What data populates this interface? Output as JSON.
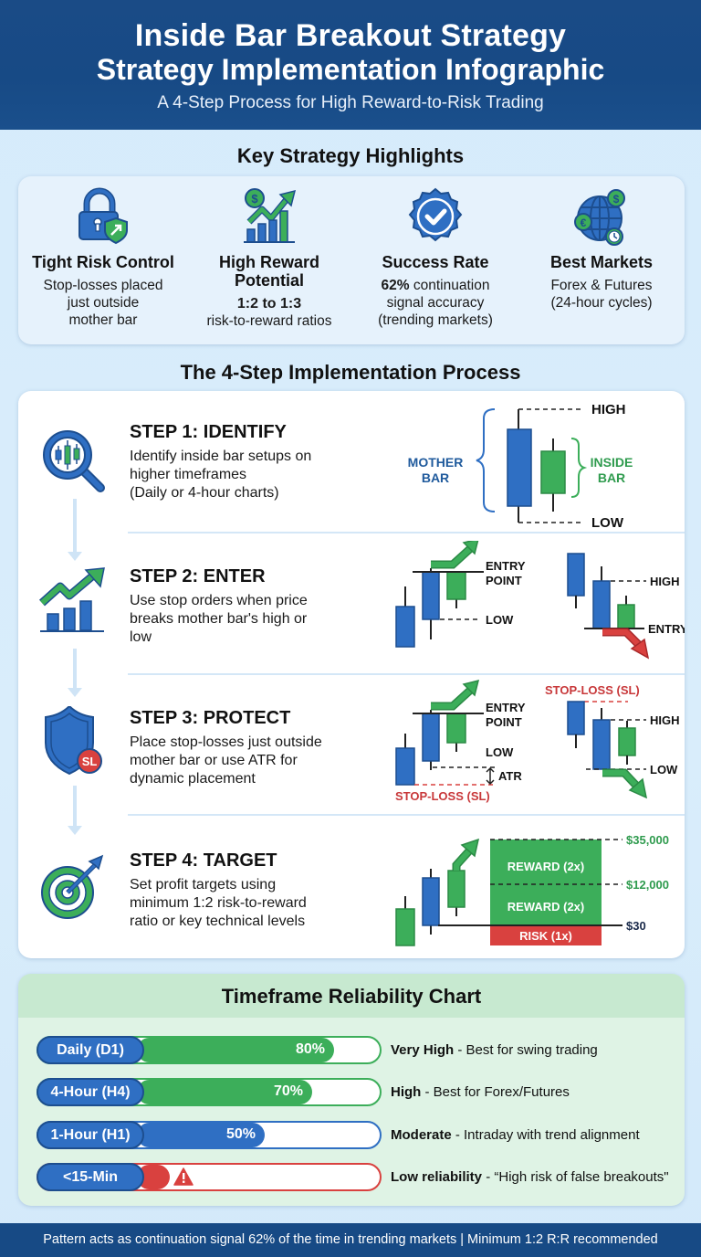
{
  "header": {
    "title_line1": "Inside Bar Breakout Strategy",
    "title_line2": "Strategy Implementation Infographic",
    "subtitle": "A 4-Step Process for High Reward-to-Risk Trading"
  },
  "highlights": {
    "section_title": "Key Strategy Highlights",
    "items": [
      {
        "icon": "lock-shield-icon",
        "title": "Tight Risk Control",
        "desc_lines": [
          "Stop-losses placed",
          "just outside",
          "mother bar"
        ]
      },
      {
        "icon": "growth-chart-dollar-icon",
        "title_lines": [
          "High Reward",
          "Potential"
        ],
        "emphasis": "1:2 to 1:3",
        "desc": "risk-to-reward ratios"
      },
      {
        "icon": "check-badge-icon",
        "title": "Success Rate",
        "emphasis": "62%",
        "desc_lines": [
          " continuation",
          "signal accuracy",
          "(trending markets)"
        ]
      },
      {
        "icon": "globe-currency-icon",
        "title": "Best Markets",
        "desc_lines": [
          "Forex & Futures",
          "(24-hour cycles)"
        ]
      }
    ]
  },
  "process": {
    "section_title": "The 4-Step Implementation Process",
    "steps": [
      {
        "icon": "magnifier-candles-icon",
        "title": "STEP 1: IDENTIFY",
        "desc_lines": [
          "Identify inside bar setups on",
          "higher timeframes",
          "(Daily or 4-hour charts)"
        ],
        "diagram": {
          "mother_bar_label": [
            "MOTHER",
            "BAR"
          ],
          "inside_bar_label": [
            "INSIDE",
            "BAR"
          ],
          "high_label": "HIGH",
          "low_label": "LOW"
        }
      },
      {
        "icon": "trend-up-bars-icon",
        "title": "STEP 2: ENTER",
        "desc_lines": [
          "Use stop orders when price",
          "breaks mother bar's high or",
          "low"
        ],
        "diagram": {
          "entry_point_label": [
            "ENTRY",
            "POINT"
          ],
          "low_label": "LOW",
          "high_label": "HIGH",
          "entry_label": "ENTRY"
        }
      },
      {
        "icon": "shield-sl-icon",
        "icon_badge": "SL",
        "title": "STEP 3: PROTECT",
        "desc_lines": [
          "Place stop-losses just outside",
          "mother bar or use ATR for",
          "dynamic placement"
        ],
        "diagram": {
          "entry_point_label": [
            "ENTRY",
            "POINT"
          ],
          "low_label": "LOW",
          "atr_label": "ATR",
          "stop_loss_label": "STOP-LOSS (SL)",
          "high_label": "HIGH",
          "low_label_right": "LOW"
        }
      },
      {
        "icon": "target-dart-icon",
        "title": "STEP 4: TARGET",
        "desc_lines": [
          "Set profit targets using",
          "minimum 1:2 risk-to-reward",
          "ratio or key technical levels"
        ],
        "diagram": {
          "reward_top": "REWARD (2x)",
          "reward_bottom": "REWARD (2x)",
          "risk": "RISK (1x)",
          "level_top": "$35,000",
          "level_mid": "$12,000",
          "level_base": "$30"
        }
      }
    ]
  },
  "timeframe": {
    "title": "Timeframe Reliability Chart",
    "rows": [
      {
        "label": "Daily (D1)",
        "percent": 80,
        "percent_label": "80%",
        "color": "#3cae5a",
        "border": "#3cae5a",
        "rating": "Very High",
        "note": " - Best for swing trading"
      },
      {
        "label": "4-Hour (H4)",
        "percent": 70,
        "percent_label": "70%",
        "color": "#3cae5a",
        "border": "#3cae5a",
        "rating": "High",
        "note": " - Best for Forex/Futures"
      },
      {
        "label": "1-Hour (H1)",
        "percent": 50,
        "percent_label": "50%",
        "color": "#2f6fc3",
        "border": "#2f6fc3",
        "rating": "Moderate",
        "note": " - Intraday with trend alignment"
      },
      {
        "label": "<15-Min",
        "percent": 10,
        "percent_label": "",
        "color": "#d9413f",
        "border": "#d9413f",
        "warning_icon": "warning-triangle-icon",
        "rating": "Low reliability",
        "note": " - “High risk of false breakouts\""
      }
    ]
  },
  "footer": {
    "text": "Pattern acts as continuation signal 62% of the time in trending markets | Minimum 1:2 R:R recommended"
  },
  "colors": {
    "header_bg": "#174a85",
    "blue": "#2f6fc3",
    "green": "#3cae5a",
    "red": "#d9413f",
    "label_blue": "#1f5a9c",
    "label_green": "#2f9b4e"
  }
}
